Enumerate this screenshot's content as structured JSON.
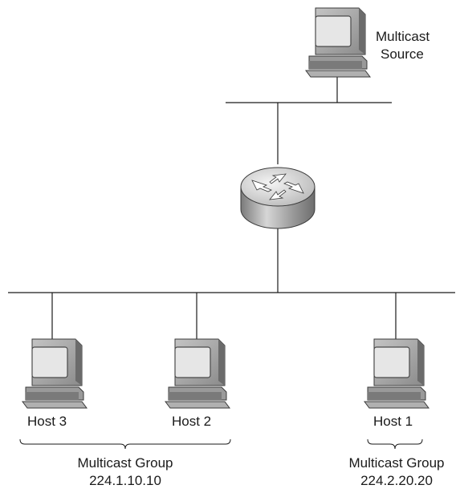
{
  "source": {
    "label_line1": "Multicast",
    "label_line2": "Source"
  },
  "hosts": [
    {
      "label": "Host 3"
    },
    {
      "label": "Host 2"
    },
    {
      "label": "Host 1"
    }
  ],
  "groups": [
    {
      "line1": "Multicast Group",
      "line2": "224.1.10.10"
    },
    {
      "line1": "Multicast Group",
      "line2": "224.2.20.20"
    }
  ],
  "icons": {
    "source_computer": "computer-icon",
    "router": "router-icon",
    "host_computer": "computer-icon"
  },
  "colors": {
    "line": "#1a1a1a",
    "monitor_body": "#a9a9a9",
    "monitor_dark": "#6b6b6b",
    "screen": "#e6e6e6",
    "router_top": "#e0e0e0",
    "router_side": "#8c8c8c"
  }
}
